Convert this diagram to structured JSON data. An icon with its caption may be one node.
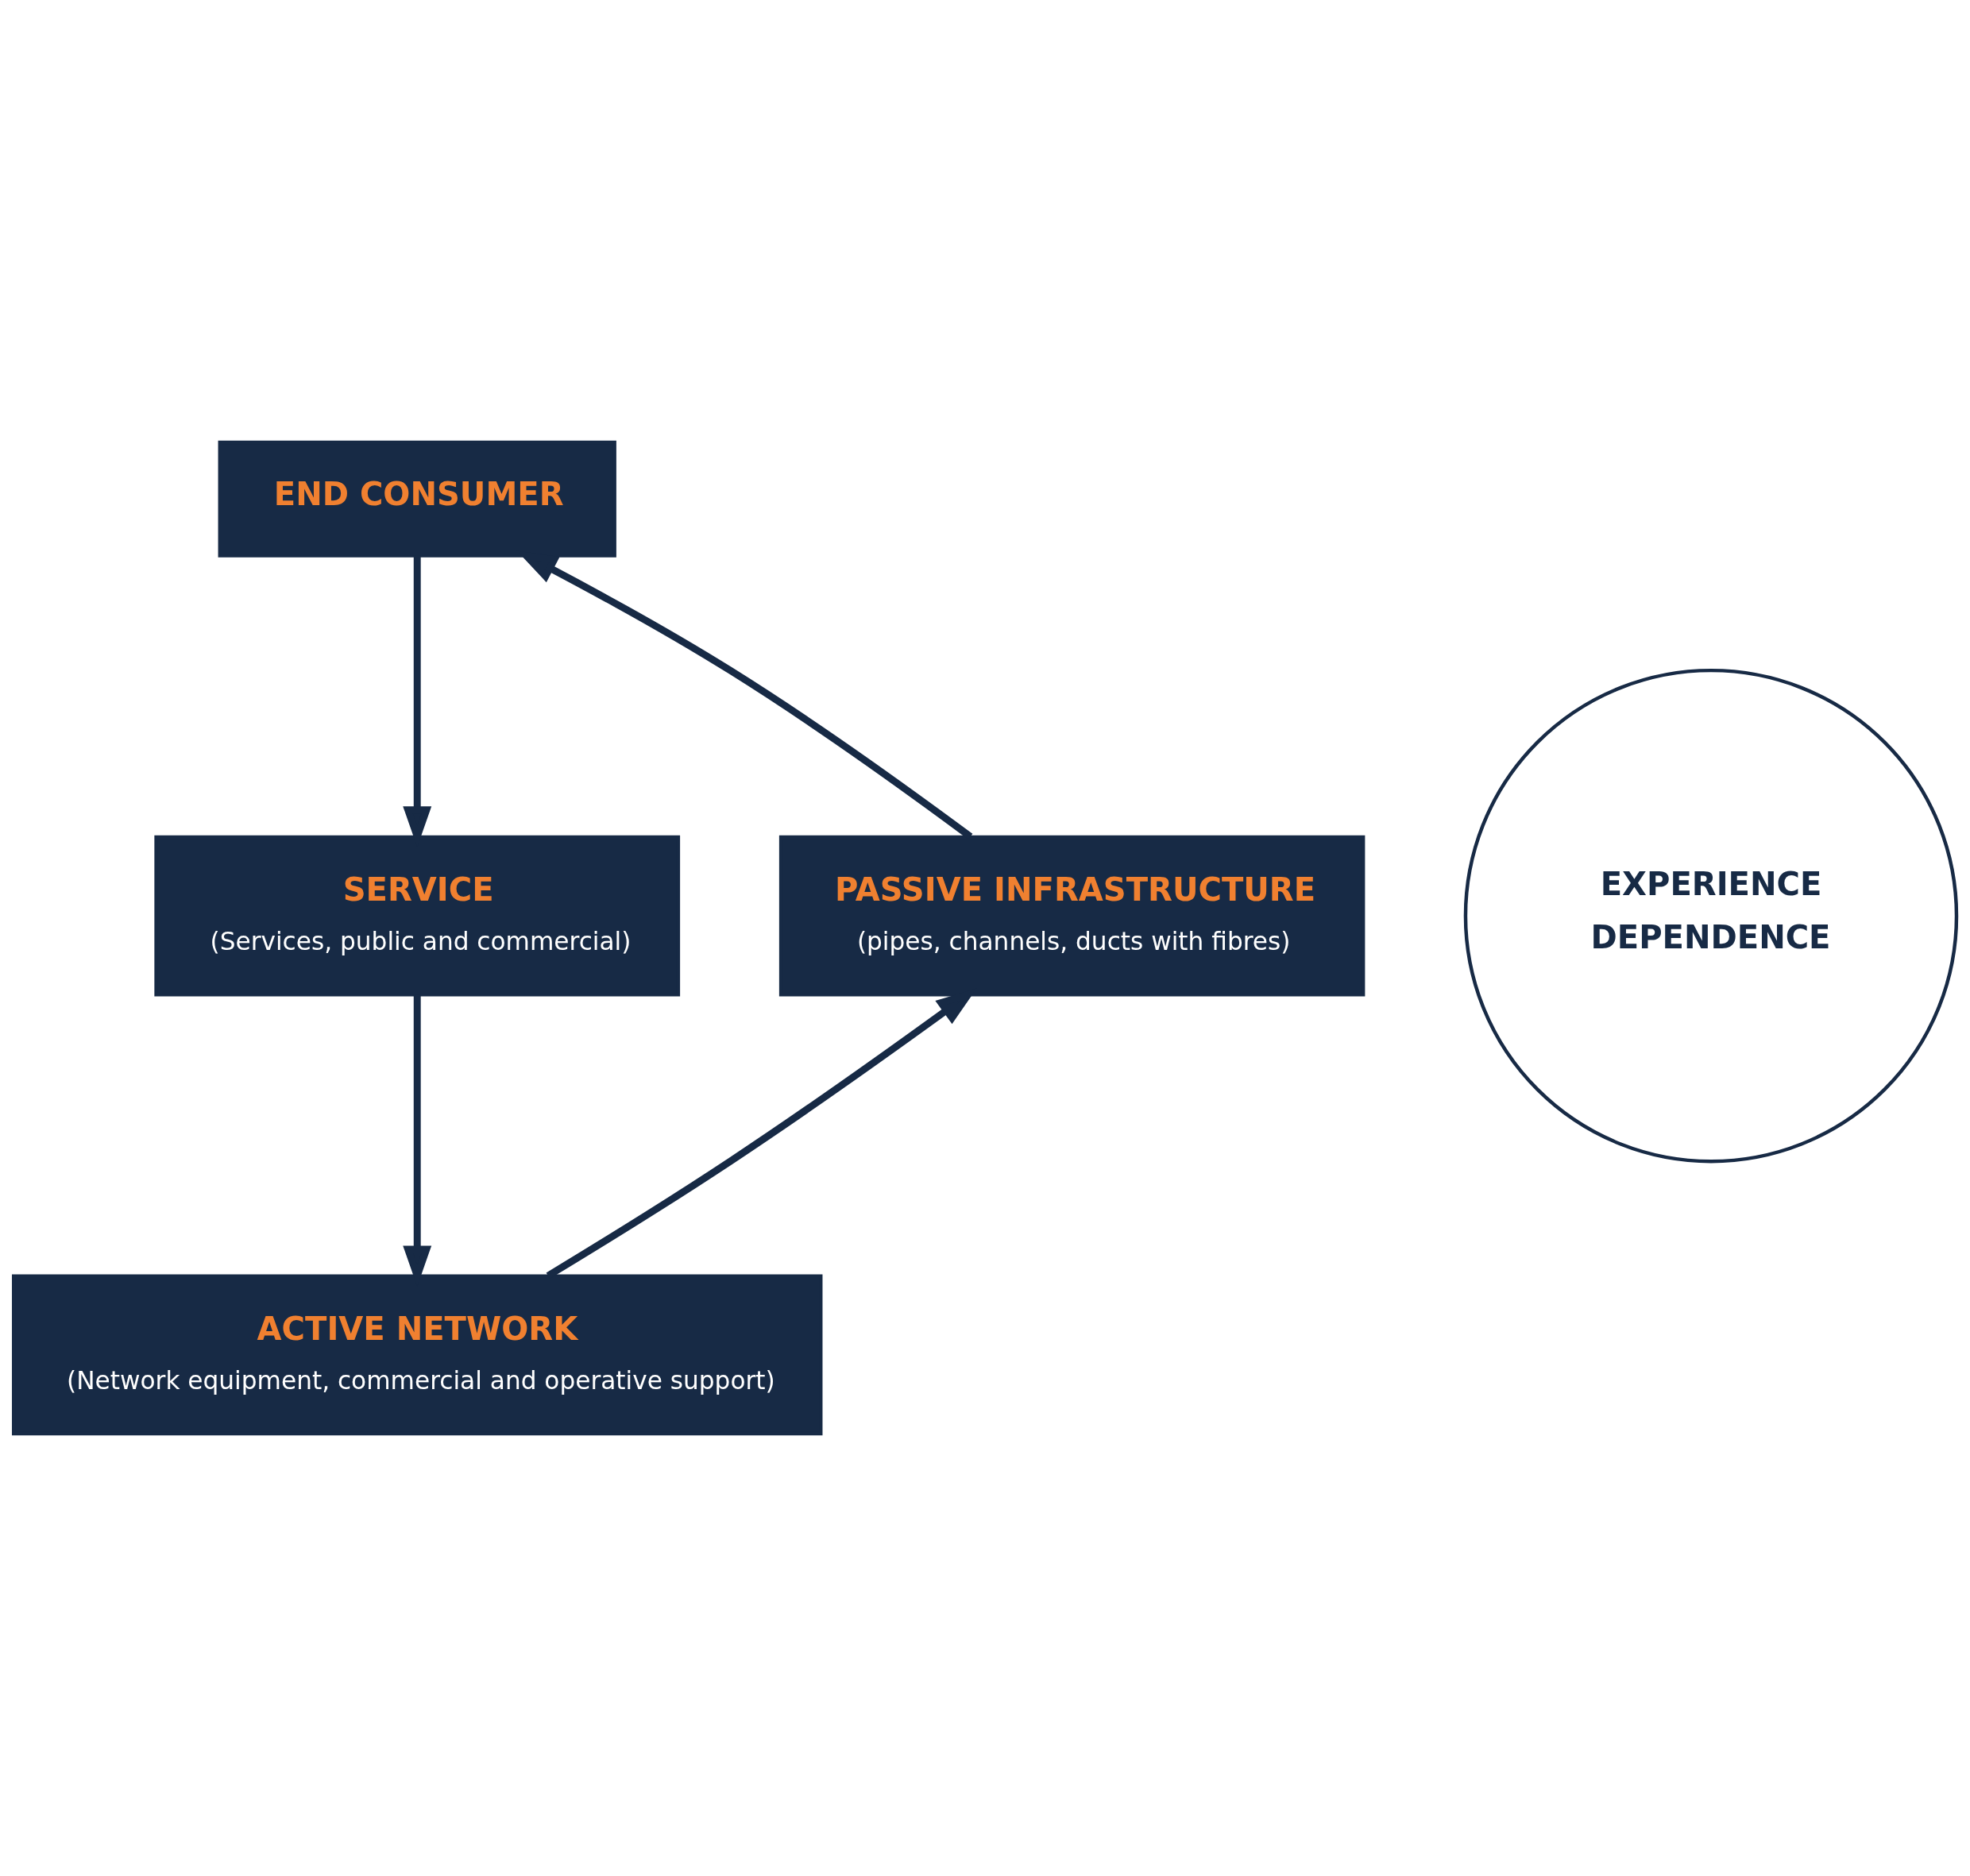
{
  "diagram": {
    "nodes": [
      {
        "text": [
          "END CONSUMER"
        ]
      },
      {
        "text": [
          "SERVICE",
          "(Services, public and commercial)"
        ]
      },
      {
        "text": [
          "ACTIVE NETWORK",
          "(Network equipment, commercial and operative support)"
        ]
      },
      {
        "text": [
          "PASSIVE INFRASTRUCTURE",
          "(pipes, channels, ducts with fibres)"
        ]
      },
      {
        "text": [
          "EXPERIENCE",
          "DEPENDENCE"
        ]
      }
    ],
    "edges": [
      {
        "from": 0,
        "to": 1,
        "arrow": "to"
      },
      {
        "from": 1,
        "to": 2,
        "arrow": "to"
      },
      {
        "from": 2,
        "to": 3,
        "arrow": "to"
      },
      {
        "from": 3,
        "to": 0,
        "arrow": "to"
      }
    ]
  }
}
